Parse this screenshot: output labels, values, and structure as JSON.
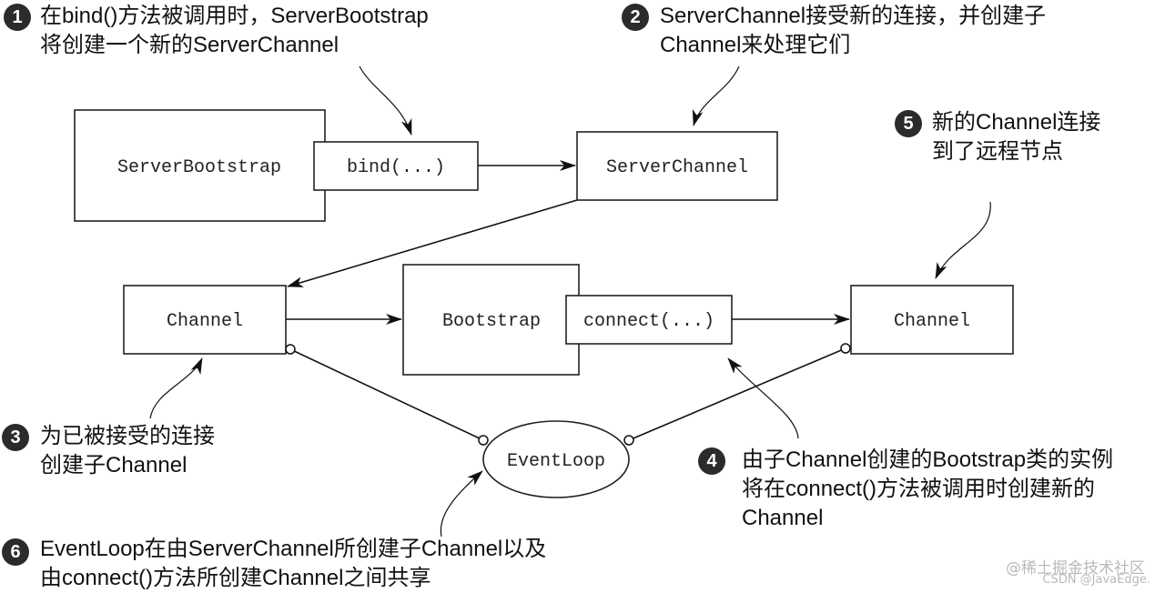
{
  "boxes": {
    "server_bootstrap": "ServerBootstrap",
    "bind": "bind(...)",
    "server_channel": "ServerChannel",
    "channel_left": "Channel",
    "bootstrap": "Bootstrap",
    "connect": "connect(...)",
    "channel_right": "Channel",
    "event_loop": "EventLoop"
  },
  "annotations": [
    {
      "number": "1",
      "lines": [
        "在bind()方法被调用时，ServerBootstrap",
        "将创建一个新的ServerChannel"
      ]
    },
    {
      "number": "2",
      "lines": [
        "ServerChannel接受新的连接，并创建子",
        "Channel来处理它们"
      ]
    },
    {
      "number": "3",
      "lines": [
        "为已被接受的连接",
        "创建子Channel"
      ]
    },
    {
      "number": "4",
      "lines": [
        "由子Channel创建的Bootstrap类的实例",
        "将在connect()方法被调用时创建新的",
        "Channel"
      ]
    },
    {
      "number": "5",
      "lines": [
        "新的Channel连接",
        "到了远程节点"
      ]
    },
    {
      "number": "6",
      "lines": [
        "EventLoop在由ServerChannel所创建子Channel以及",
        "由connect()方法所创建Channel之间共享"
      ]
    }
  ],
  "watermark": {
    "site": "@稀土掘金技术社区",
    "credit": "CSDN @JavaEdge."
  }
}
